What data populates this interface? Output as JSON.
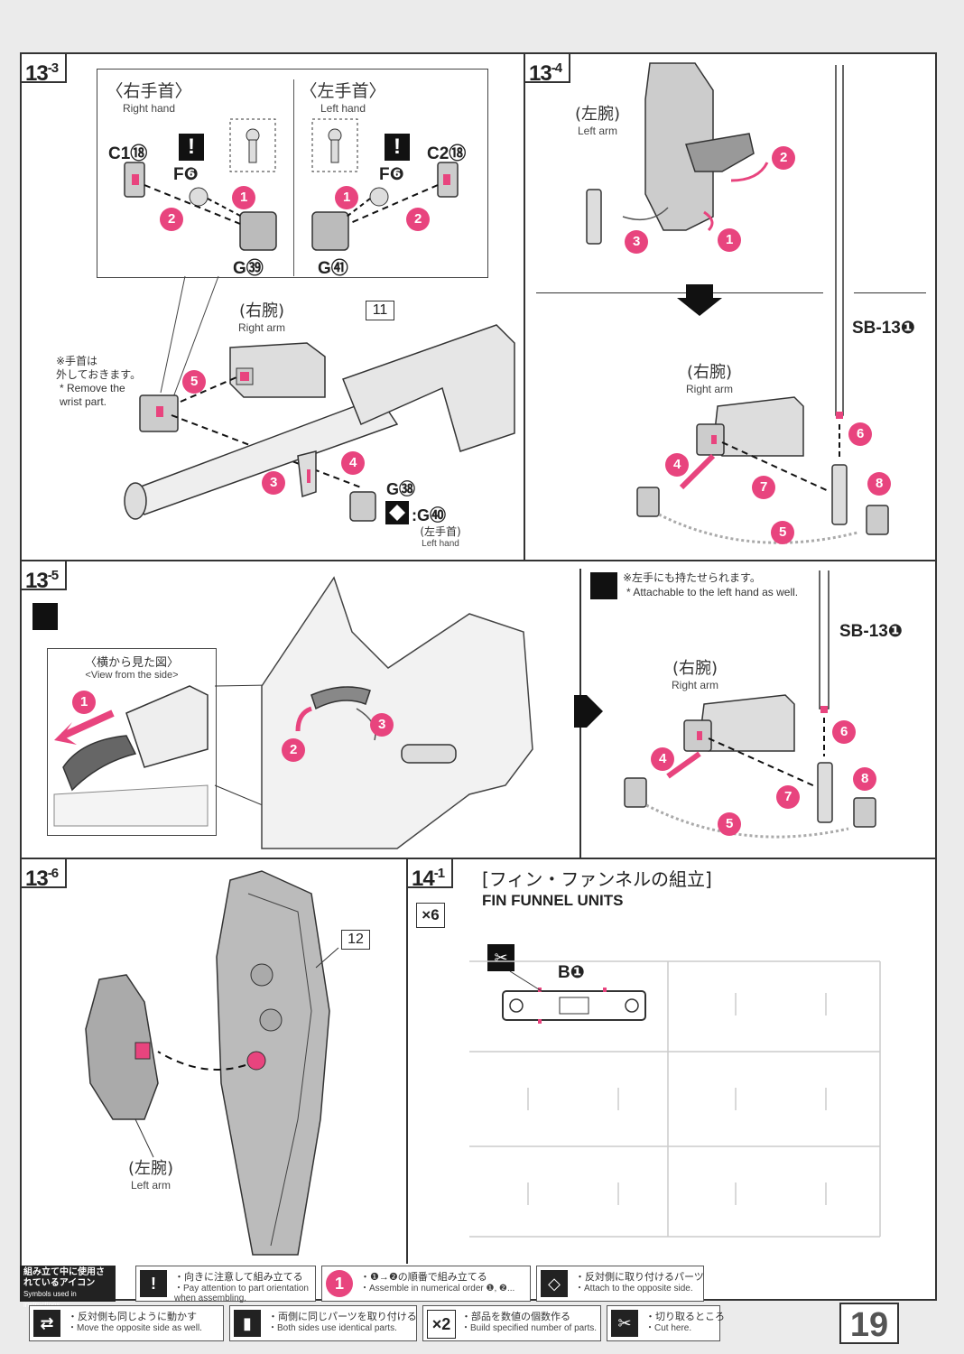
{
  "page_number": "19",
  "step_13_3": {
    "number": "13",
    "sub": "-3",
    "right_hand_jp": "〈右手首〉",
    "right_hand_en": "Right hand",
    "left_hand_jp": "〈左手首〉",
    "left_hand_en": "Left hand",
    "parts": {
      "c1": "C1⑱",
      "c2": "C2⑱",
      "f6a": "F❻",
      "f6b": "F❻",
      "g39": "G㊴",
      "g41": "G㊶",
      "g38": "G㊳",
      "g40": ":G㊵"
    },
    "right_arm_jp": "(右腕)",
    "right_arm_en": "Right arm",
    "callout": "11",
    "note_jp": "※手首は\n外しておきます。",
    "note_en": "* Remove the\nwrist part.",
    "left_hand_small_jp": "(左手首)",
    "left_hand_small_en": "Left hand",
    "steps": [
      "1",
      "2",
      "1",
      "2",
      "5",
      "4",
      "3"
    ]
  },
  "step_13_4": {
    "number": "13",
    "sub": "-4",
    "left_arm_jp": "(左腕)",
    "left_arm_en": "Left arm",
    "right_arm_jp": "(右腕)",
    "right_arm_en": "Right arm",
    "sb": "SB-13❶",
    "steps": [
      "1",
      "2",
      "3",
      "4",
      "5",
      "6",
      "7",
      "8"
    ]
  },
  "step_13_5": {
    "number": "13",
    "sub": "-5",
    "side_view_jp": "〈横から見た図〉",
    "side_view_en": "<View from the side>",
    "note_jp": "※左手にも持たせられます。",
    "note_en": "* Attachable to the left hand as well.",
    "right_arm_jp": "(右腕)",
    "right_arm_en": "Right arm",
    "sb": "SB-13❶",
    "steps": [
      "1",
      "2",
      "3",
      "4",
      "5",
      "6",
      "7",
      "8"
    ]
  },
  "step_13_6": {
    "number": "13",
    "sub": "-6",
    "callout": "12",
    "left_arm_jp": "(左腕)",
    "left_arm_en": "Left arm"
  },
  "step_14_1": {
    "number": "14",
    "sub": "-1",
    "title_jp": "[フィン・ファンネルの組立]",
    "title_en": "FIN FUNNEL UNITS",
    "multiplier": "×6",
    "part": "B❶"
  },
  "legend": {
    "title_jp": "組み立て中に使用されているアイコン",
    "title_en": "Symbols used in instructions",
    "items": [
      {
        "icon": "!",
        "jp": "・向きに注意して組み立てる",
        "en": "・Pay attention to part orientation\n when assembling."
      },
      {
        "icon": "1",
        "jp": "・❶→❷の順番で組み立てる",
        "en": "・Assemble in numerical order ❶, ❷..."
      },
      {
        "icon": "◇",
        "jp": "・反対側に取り付けるパーツ",
        "en": "・Attach to the opposite side."
      },
      {
        "icon": "⇄",
        "jp": "・反対側も同じように動かす",
        "en": "・Move the opposite side as well."
      },
      {
        "icon": "▮",
        "jp": "・両側に同じパーツを取り付ける",
        "en": "・Both sides use identical parts."
      },
      {
        "icon": "×2",
        "jp": "・部品を数値の個数作る",
        "en": "・Build specified number of parts."
      },
      {
        "icon": "✂",
        "jp": "・切り取るところ",
        "en": "・Cut here."
      }
    ]
  },
  "colors": {
    "accent": "#e8447e",
    "line": "#333333",
    "part_fill": "#d8d8d8"
  }
}
